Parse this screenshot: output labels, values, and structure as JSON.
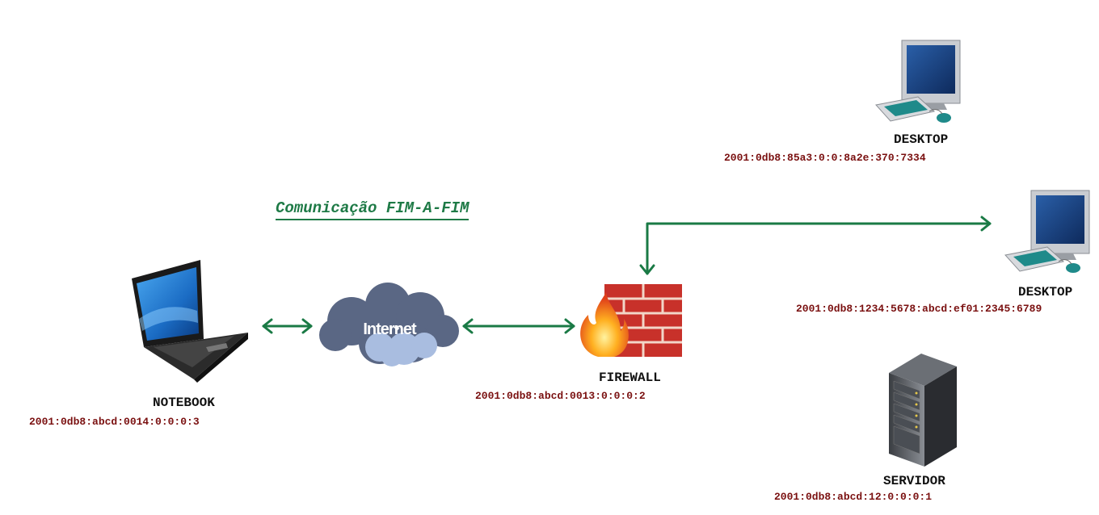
{
  "title": "Comunicação FIM-A-FIM",
  "colors": {
    "arrow": "#1a7a45",
    "title": "#1e7a46",
    "ip_text": "#7a1010",
    "firewall_brick": "#c8312a"
  },
  "cloud_label": "Internet",
  "nodes": {
    "notebook": {
      "name": "NOTEBOOK",
      "ip": "2001:0db8:abcd:0014:0:0:0:3",
      "icon": "laptop-icon"
    },
    "firewall": {
      "name": "FIREWALL",
      "ip": "2001:0db8:abcd:0013:0:0:0:2",
      "icon": "firewall-icon"
    },
    "desktop1": {
      "name": "DESKTOP",
      "ip": "2001:0db8:85a3:0:0:8a2e:370:7334",
      "icon": "desktop-icon"
    },
    "desktop2": {
      "name": "DESKTOP",
      "ip": "2001:0db8:1234:5678:abcd:ef01:2345:6789",
      "icon": "desktop-icon"
    },
    "servidor": {
      "name": "SERVIDOR",
      "ip": "2001:0db8:abcd:12:0:0:0:1",
      "icon": "server-icon"
    }
  }
}
